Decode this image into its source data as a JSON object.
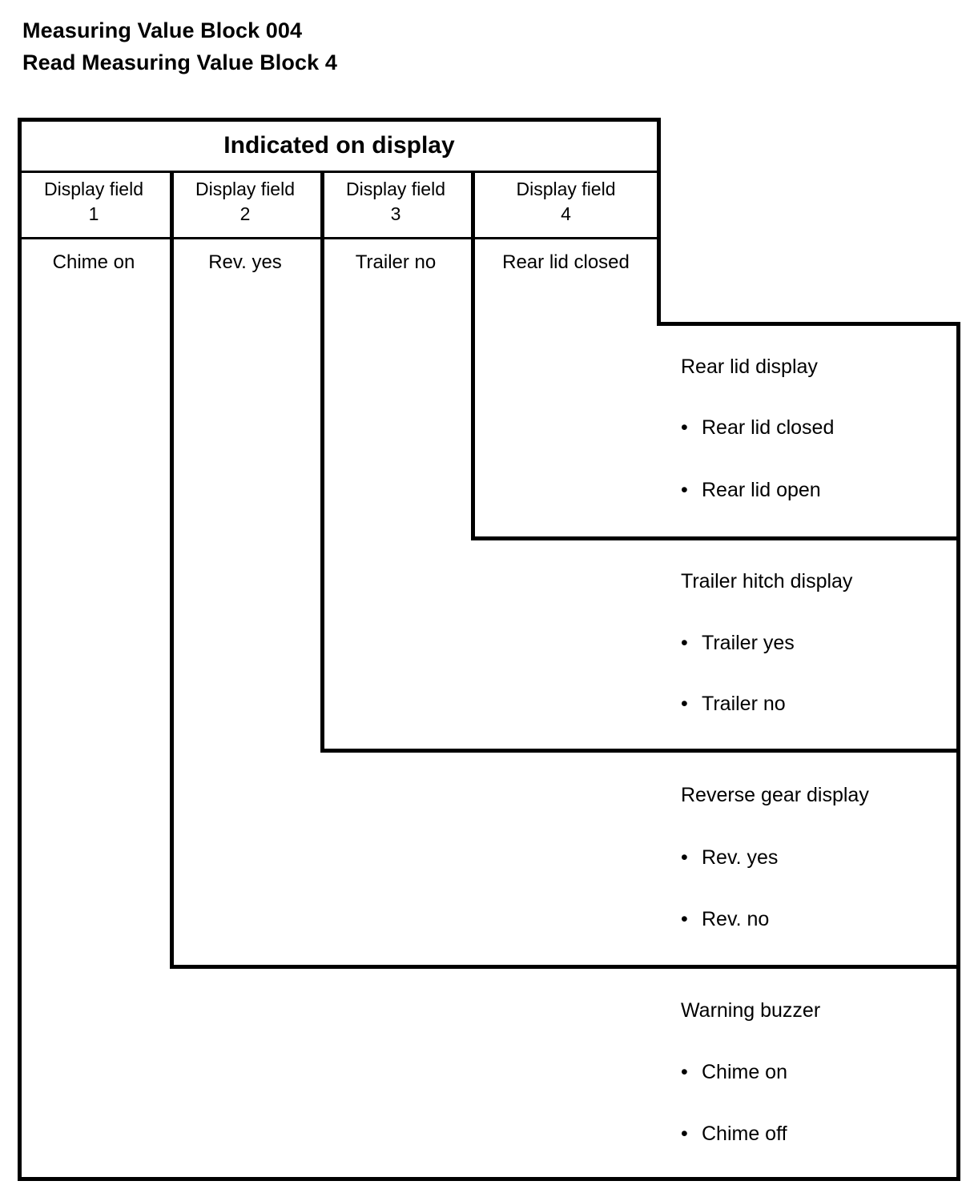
{
  "document": {
    "title_line_1": "Measuring Value Block 004",
    "title_line_2": "Read Measuring Value Block 4"
  },
  "table": {
    "header": "Indicated on display",
    "columns": [
      {
        "label": "Display field",
        "number": "1",
        "value": "Chime on"
      },
      {
        "label": "Display field",
        "number": "2",
        "value": "Rev. yes"
      },
      {
        "label": "Display field",
        "number": "3",
        "value": "Trailer no"
      },
      {
        "label": "Display field",
        "number": "4",
        "value": "Rear lid closed"
      }
    ]
  },
  "callouts": [
    {
      "title": "Rear lid display",
      "bullet_marker": "•",
      "options": [
        "Rear lid closed",
        "Rear lid open"
      ]
    },
    {
      "title": "Trailer hitch display",
      "bullet_marker": "•",
      "options": [
        "Trailer yes",
        "Trailer no"
      ]
    },
    {
      "title": "Reverse gear display",
      "bullet_marker": "•",
      "options": [
        "Rev. yes",
        "Rev. no"
      ]
    },
    {
      "title": "Warning buzzer",
      "bullet_marker": "•",
      "options": [
        "Chime on",
        "Chime off"
      ]
    }
  ],
  "colors": {
    "ink": "#000000",
    "paper": "#ffffff"
  }
}
